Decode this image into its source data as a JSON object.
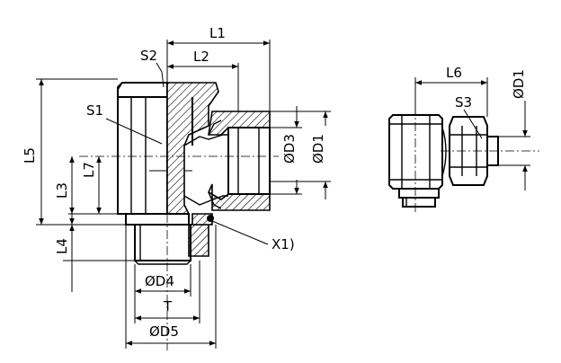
{
  "labels": {
    "L1": "L1",
    "L2": "L2",
    "L3": "L3",
    "L4": "L4",
    "L5": "L5",
    "L6": "L6",
    "L7": "L7",
    "S1": "S1",
    "S2": "S2",
    "S3": "S3",
    "D1_left": "ØD1",
    "D1_right": "ØD1",
    "D3": "ØD3",
    "D4": "ØD4",
    "D5": "ØD5",
    "T": "T",
    "X1": "X1)"
  }
}
